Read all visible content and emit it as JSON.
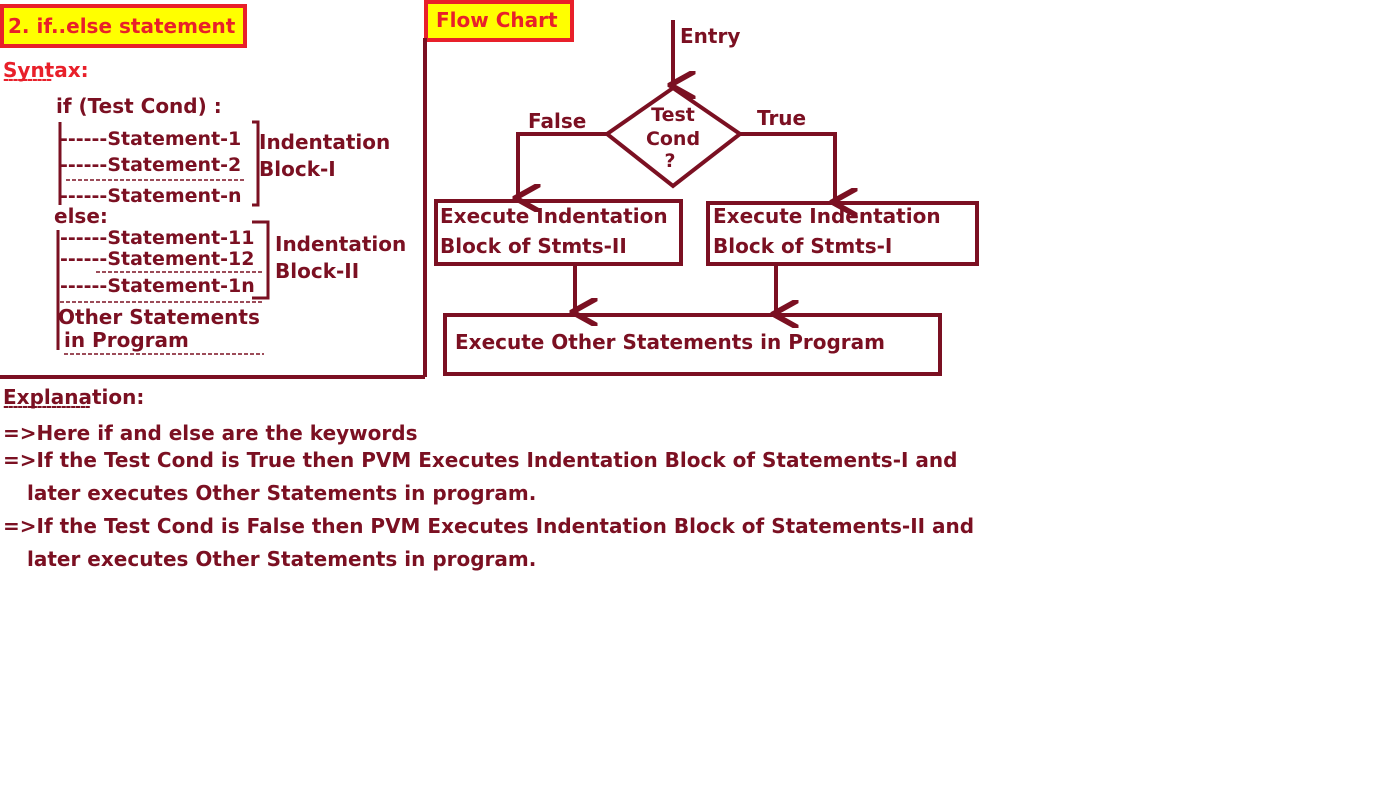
{
  "left": {
    "title": "2. if..else statement",
    "syntax_label": "Syntax:",
    "syntax_underline": "----------",
    "if_line": "if (Test Cond) :",
    "block1": [
      "------Statement-1",
      "------Statement-2",
      "------Statement-n"
    ],
    "block1_label": [
      "Indentation",
      "Block-I"
    ],
    "else_line": "else:",
    "block2": [
      "------Statement-11",
      "------Statement-12",
      "------Statement-1n"
    ],
    "block2_label": [
      "Indentation",
      "Block-II"
    ],
    "other": [
      "Other Statements",
      "in Program"
    ]
  },
  "flow": {
    "title": "Flow Chart",
    "entry": "Entry",
    "decision": [
      "Test",
      "Cond",
      "?"
    ],
    "false_label": "False",
    "true_label": "True",
    "box_false": [
      "Execute Indentation",
      "Block of Stmts-II"
    ],
    "box_true": [
      "Execute Indentation",
      "Block of Stmts-I"
    ],
    "box_other": "Execute Other Statements in Program"
  },
  "explanation": {
    "heading": "Explanation:",
    "lines": [
      "=>Here  if and else are the keywords",
      "=>If the Test Cond is True then PVM Executes Indentation Block of Statements-I and",
      "later executes Other Statements in program.",
      "=>If the Test Cond is False then PVM Executes Indentation Block of Statements-II and",
      "later executes Other Statements in program."
    ]
  },
  "colors": {
    "ink": "#7b1022",
    "red": "#e8202a",
    "yellow": "#ffff00"
  }
}
